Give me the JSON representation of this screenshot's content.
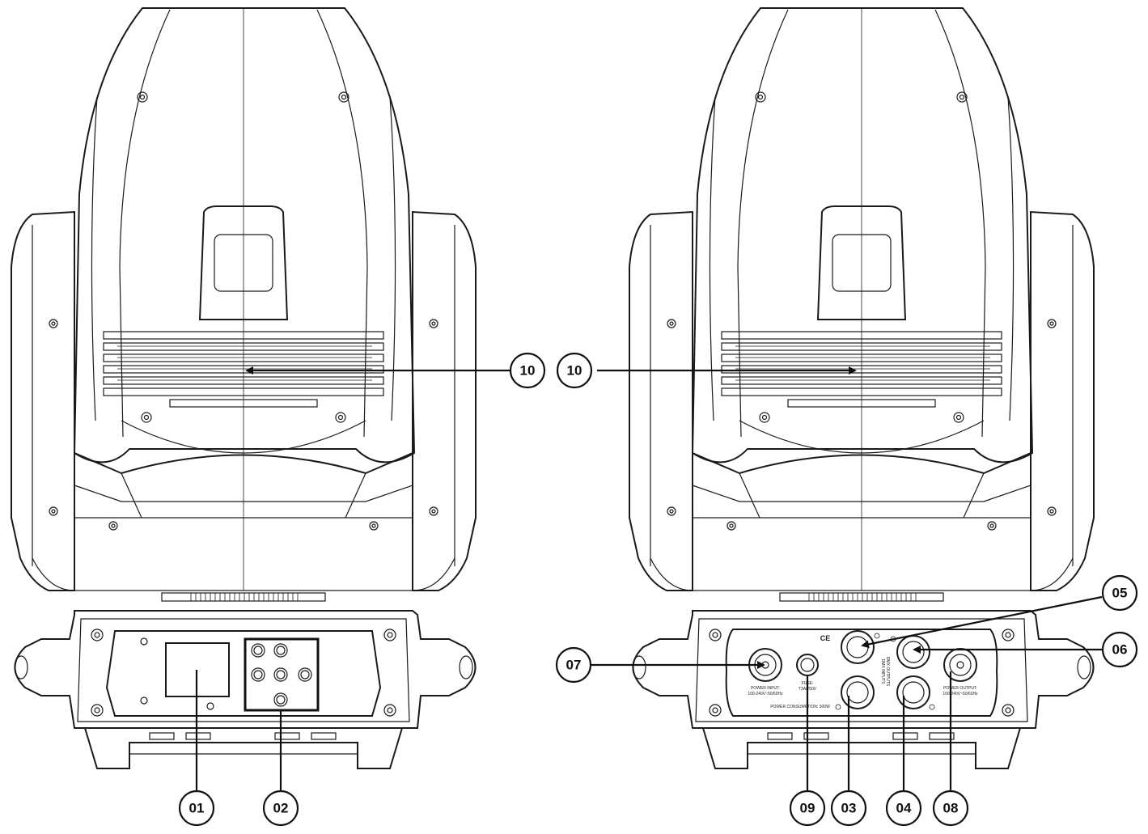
{
  "callouts": {
    "c01": "01",
    "c02": "02",
    "c03": "03",
    "c04": "04",
    "c05": "05",
    "c06": "06",
    "c07": "07",
    "c08": "08",
    "c09": "09",
    "c10_left": "10",
    "c10_right": "10"
  },
  "panel_labels": {
    "power_input": "POWER INPUT:",
    "power_input_spec": "100-240V~50/60Hz",
    "fuse": "FUSE:",
    "fuse_spec": "T3A/250V",
    "power_output": "POWER OUTPUT:",
    "power_output_spec": "100-240V~50/60Hz",
    "power_consumption": "POWER CONSUMPTION: 300W",
    "dmx_outputs": "DMX OUTPUTS",
    "dmx_inputs": "DMX INPUTS",
    "certification_marks": "CE"
  }
}
